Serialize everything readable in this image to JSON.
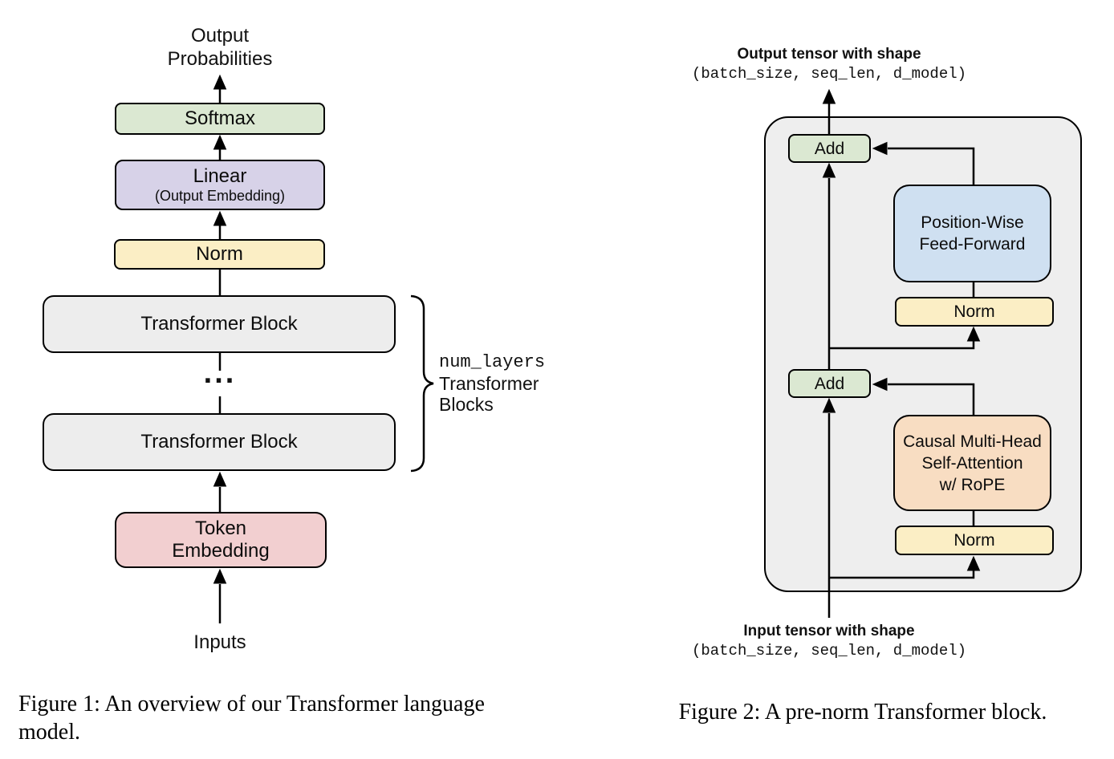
{
  "figure1": {
    "output_label": "Output\nProbabilities",
    "boxes": {
      "softmax": "Softmax",
      "linear": "Linear",
      "linear_sub": "(Output Embedding)",
      "norm": "Norm",
      "block_top": "Transformer Block",
      "block_bottom": "Transformer Block",
      "token_embedding": "Token\nEmbedding"
    },
    "dots": "...",
    "brace_label": {
      "code": "num_layers",
      "rest": "Transformer\nBlocks"
    },
    "inputs_label": "Inputs",
    "caption": "Figure 1: An overview of our Transformer language\nmodel."
  },
  "figure2": {
    "output_title": "Output tensor with shape",
    "output_shape": "(batch_size, seq_len, d_model)",
    "boxes": {
      "add_top": "Add",
      "feed_forward": "Position-Wise\nFeed-Forward",
      "norm_top": "Norm",
      "add_bottom": "Add",
      "attention": "Causal Multi-Head\nSelf-Attention\nw/ RoPE",
      "norm_bottom": "Norm"
    },
    "input_title": "Input tensor with shape",
    "input_shape": "(batch_size, seq_len, d_model)",
    "caption": "Figure 2: A pre-norm Transformer block."
  },
  "colors": {
    "green": "#dbe8d2",
    "purple": "#d7d2e8",
    "yellow": "#fbeec5",
    "gray_block": "#ededed",
    "pink": "#f2cfd0",
    "blue": "#cfe0f1",
    "orange": "#f8ddc2",
    "container_gray": "#eeeeee",
    "line": "#000000"
  }
}
